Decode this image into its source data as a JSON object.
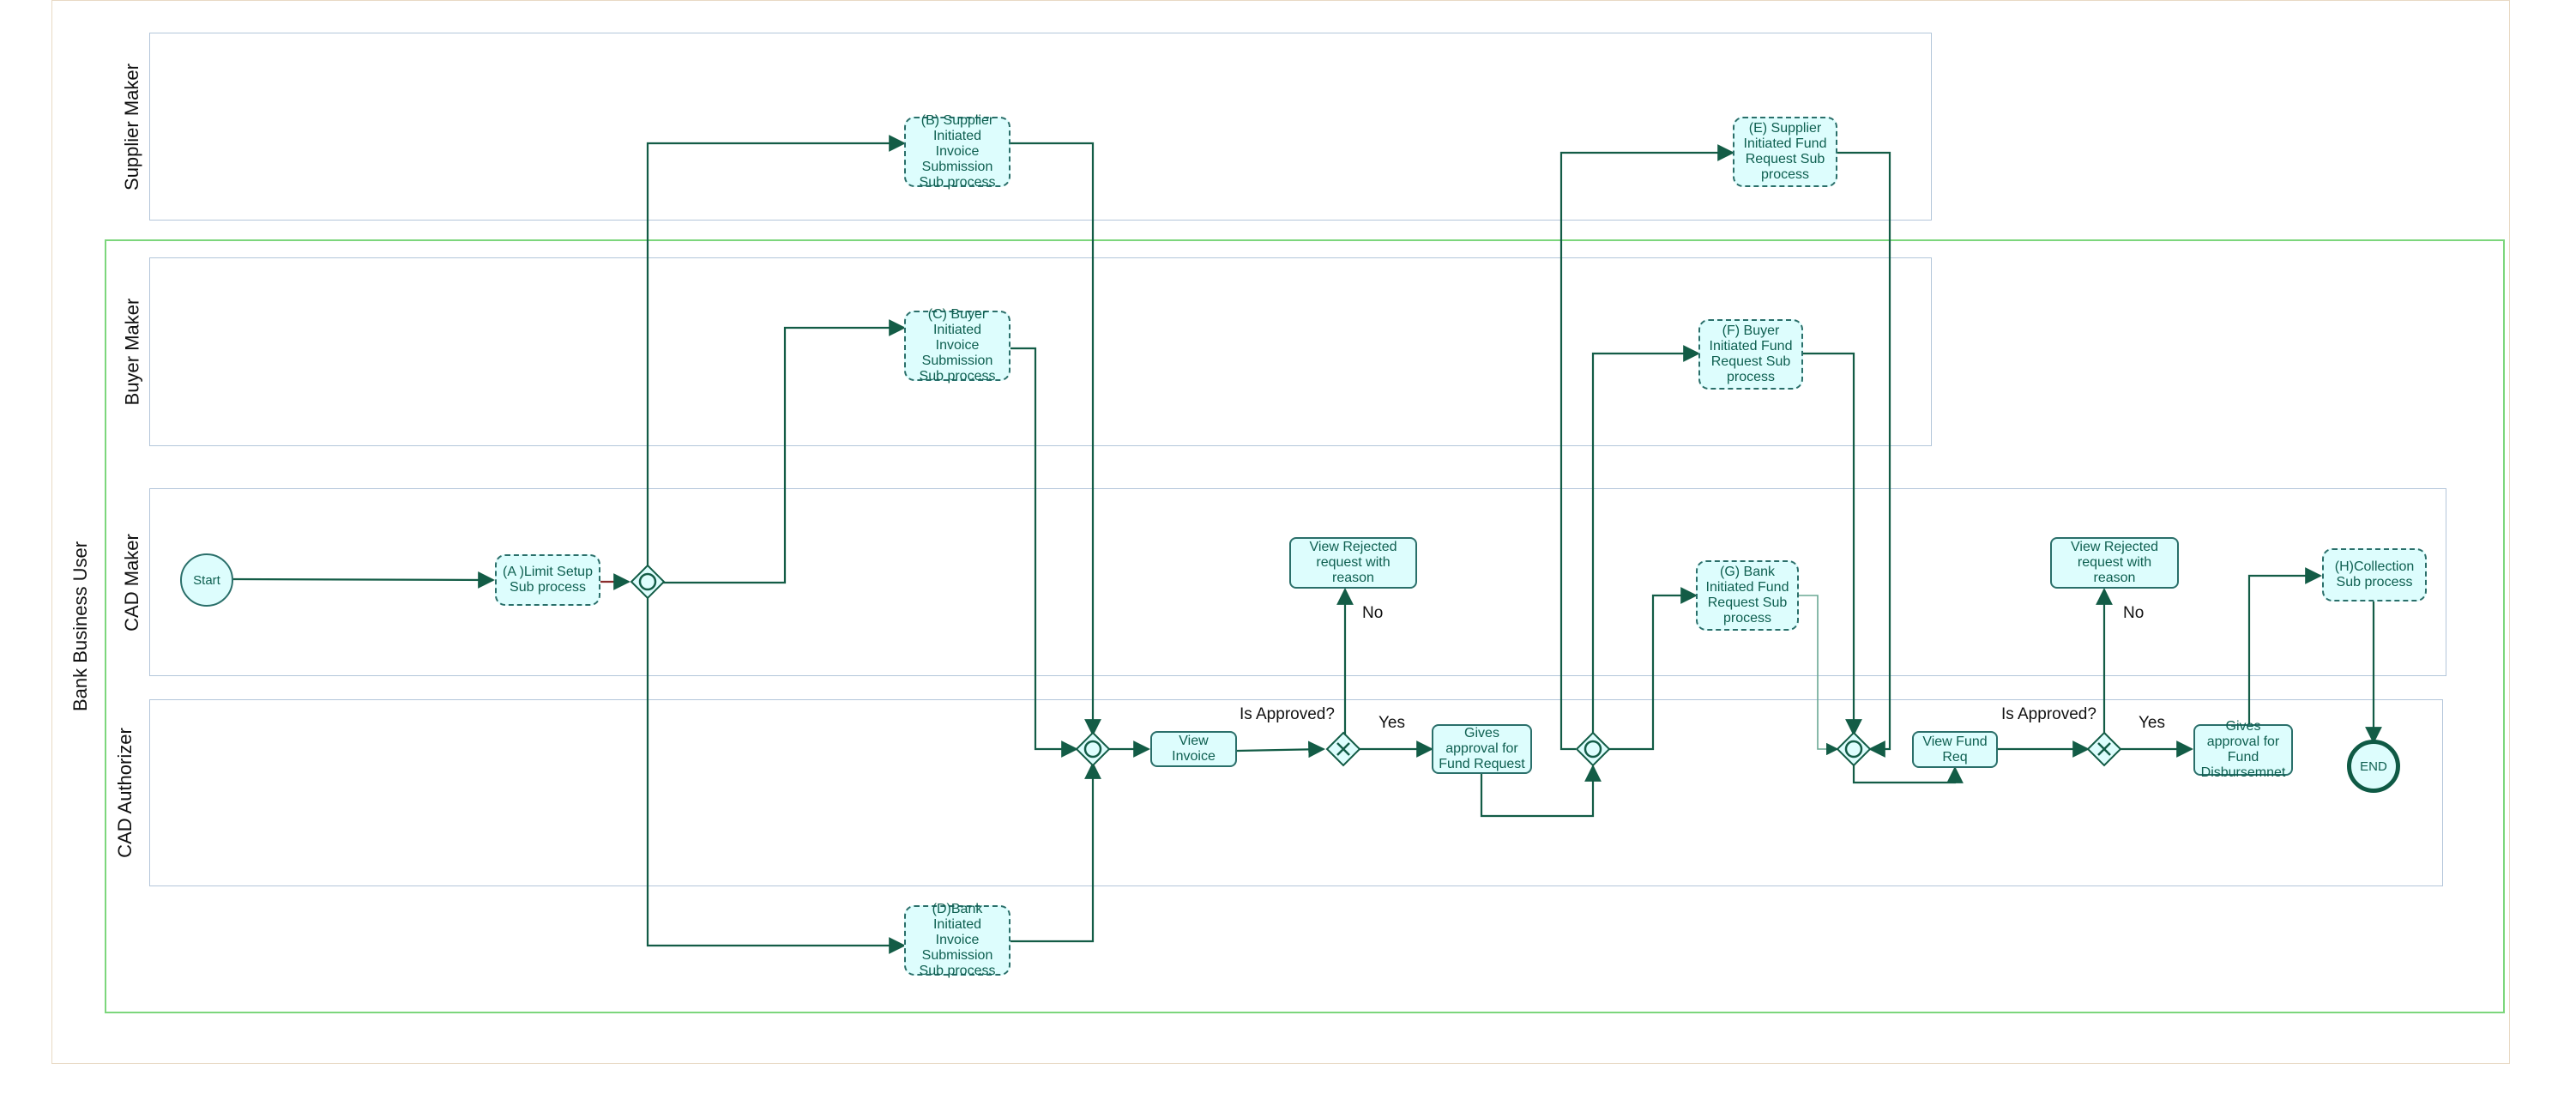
{
  "pool": {
    "label": "Bank Business User"
  },
  "lanes": {
    "supplier_maker": "Supplier Maker",
    "buyer_maker": "Buyer Maker",
    "cad_maker": "CAD Maker",
    "cad_authorizer": "CAD Authorizer"
  },
  "events": {
    "start": "Start",
    "end": "END"
  },
  "tasks": {
    "a": "(A )Limit Setup Sub process",
    "b": "(B) Supplier Initiated Invoice Submission Sub process",
    "c": "(C) Buyer Initiated Invoice Submission Sub process",
    "d": "(D)Bank Initiated Invoice Submission Sub process",
    "e": "(E) Supplier Initiated Fund Request Sub process",
    "f": "(F) Buyer Initiated Fund Request Sub process",
    "g": "(G) Bank Initiated Fund Request Sub process",
    "h": "(H)Collection Sub process",
    "view_invoice": "View Invoice",
    "view_rejected_1": "View Rejected request with reason",
    "gives_approval_fund_request": "Gives approval for Fund Request",
    "view_fund_req": "View Fund Req",
    "view_rejected_2": "View Rejected request with reason",
    "gives_approval_disbursement": "Gives approval for Fund Disbursemnet"
  },
  "annotations": {
    "is_approved_1": "Is Approved?",
    "yes_1": "Yes",
    "no_1": "No",
    "is_approved_2": "Is Approved?",
    "yes_2": "Yes",
    "no_2": "No"
  },
  "colors": {
    "flow": "#135c46",
    "task_fill": "#ddfdfd",
    "task_border": "#2a6f6a",
    "pool_border": "#7cd67c",
    "lane_border": "#b3c6da",
    "frame_border": "#e8d9c4"
  }
}
